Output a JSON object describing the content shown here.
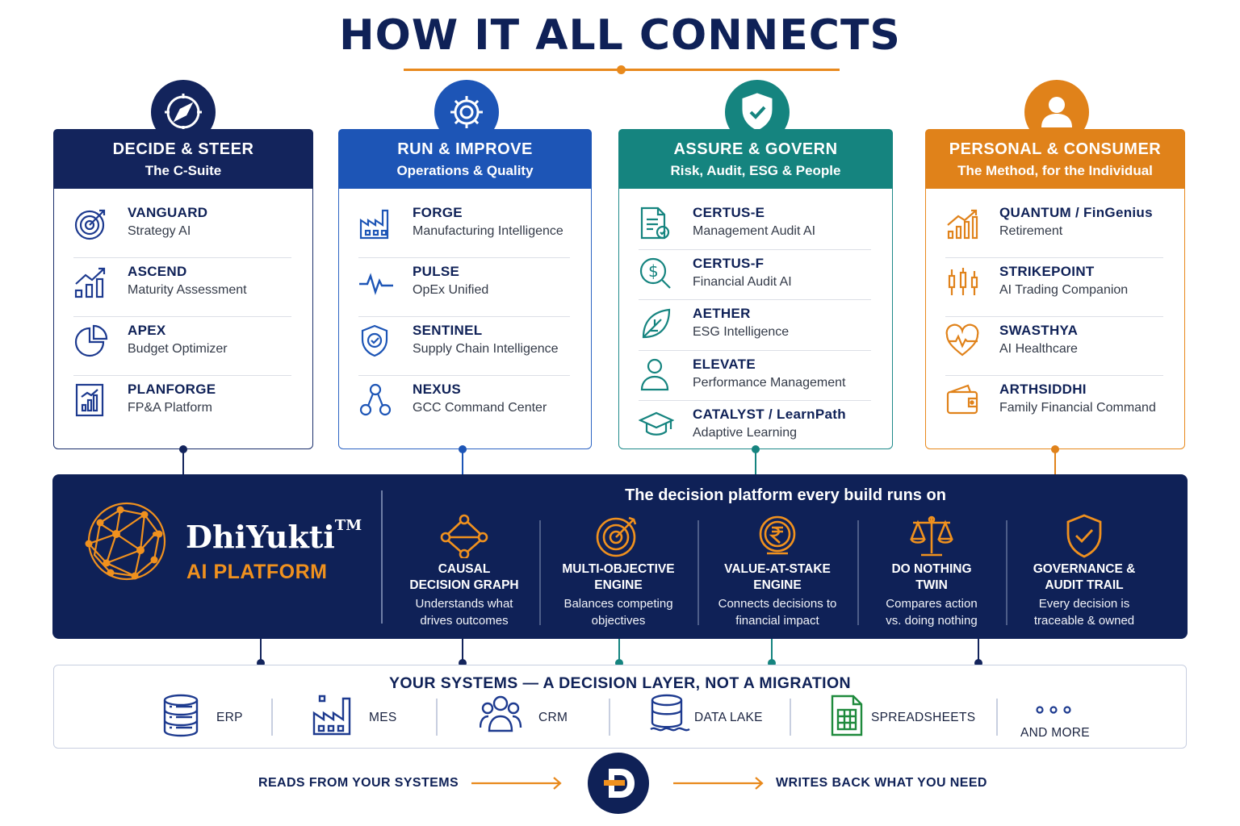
{
  "title": "HOW IT ALL CONNECTS",
  "colors": {
    "navy": "#13245c",
    "blue": "#1d55b6",
    "teal": "#15847f",
    "orange": "#e0821a",
    "accent": "#f0911e"
  },
  "cards": [
    {
      "icon": "compass-icon",
      "heading": "DECIDE & STEER",
      "subheading": "The C-Suite",
      "items": [
        {
          "name": "VANGUARD",
          "desc": "Strategy AI",
          "icon": "target-icon"
        },
        {
          "name": "ASCEND",
          "desc": "Maturity Assessment",
          "icon": "growth-chart-icon"
        },
        {
          "name": "APEX",
          "desc": "Budget Optimizer",
          "icon": "pie-chart-icon"
        },
        {
          "name": "PLANFORGE",
          "desc": "FP&A Platform",
          "icon": "report-chart-icon"
        }
      ]
    },
    {
      "icon": "gear-icon",
      "heading": "RUN & IMPROVE",
      "subheading": "Operations & Quality",
      "items": [
        {
          "name": "FORGE",
          "desc": "Manufacturing Intelligence",
          "icon": "factory-icon"
        },
        {
          "name": "PULSE",
          "desc": "OpEx Unified",
          "icon": "pulse-icon"
        },
        {
          "name": "SENTINEL",
          "desc": "Supply Chain Intelligence",
          "icon": "shield-check-icon"
        },
        {
          "name": "NEXUS",
          "desc": "GCC Command Center",
          "icon": "network-icon"
        }
      ]
    },
    {
      "icon": "shield-check-icon",
      "heading": "ASSURE & GOVERN",
      "subheading": "Risk, Audit, ESG & People",
      "items": [
        {
          "name": "CERTUS-E",
          "desc": "Management Audit AI",
          "icon": "document-check-icon"
        },
        {
          "name": "CERTUS-F",
          "desc": "Financial Audit AI",
          "icon": "dollar-search-icon"
        },
        {
          "name": "AETHER",
          "desc": "ESG Intelligence",
          "icon": "leaf-icon"
        },
        {
          "name": "ELEVATE",
          "desc": "Performance Management",
          "icon": "person-icon"
        },
        {
          "name": "CATALYST / LearnPath",
          "desc": "Adaptive Learning",
          "icon": "graduation-cap-icon"
        }
      ]
    },
    {
      "icon": "user-icon",
      "heading": "PERSONAL & CONSUMER",
      "subheading": "The Method, for the Individual",
      "items": [
        {
          "name": "QUANTUM / FinGenius",
          "desc": "Retirement",
          "icon": "growth-chart-icon"
        },
        {
          "name": "STRIKEPOINT",
          "desc": "AI Trading Companion",
          "icon": "candlestick-icon"
        },
        {
          "name": "SWASTHYA",
          "desc": "AI Healthcare",
          "icon": "heart-pulse-icon"
        },
        {
          "name": "ARTHSIDDHI",
          "desc": "Family Financial Command",
          "icon": "wallet-icon"
        }
      ]
    }
  ],
  "platform": {
    "brand": "DhiYukti",
    "trademark": "TM",
    "subtitle": "AI PLATFORM",
    "heading": "The decision platform every build runs on",
    "features": [
      {
        "title": "CAUSAL\nDECISION GRAPH",
        "desc": "Understands what\ndrives outcomes",
        "icon": "graph-nodes-icon"
      },
      {
        "title": "MULTI-OBJECTIVE\nENGINE",
        "desc": "Balances competing\nobjectives",
        "icon": "target-icon"
      },
      {
        "title": "VALUE-AT-STAKE\nENGINE",
        "desc": "Connects decisions to\nfinancial impact",
        "icon": "rupee-coin-icon"
      },
      {
        "title": "DO NOTHING\nTWIN",
        "desc": "Compares action\nvs. doing nothing",
        "icon": "scales-icon"
      },
      {
        "title": "GOVERNANCE &\nAUDIT TRAIL",
        "desc": "Every decision is\ntraceable & owned",
        "icon": "shield-check-icon"
      }
    ]
  },
  "systems": {
    "heading": "YOUR SYSTEMS — A DECISION LAYER, NOT A MIGRATION",
    "items": [
      {
        "label": "ERP",
        "icon": "database-icon"
      },
      {
        "label": "MES",
        "icon": "factory-icon"
      },
      {
        "label": "CRM",
        "icon": "people-icon"
      },
      {
        "label": "DATA LAKE",
        "icon": "data-lake-icon"
      },
      {
        "label": "SPREADSHEETS",
        "icon": "spreadsheet-icon"
      },
      {
        "label": "AND MORE",
        "icon": "more-dots-icon"
      }
    ]
  },
  "flow": {
    "reads": "READS FROM YOUR SYSTEMS",
    "writes": "WRITES BACK WHAT YOU NEED"
  }
}
